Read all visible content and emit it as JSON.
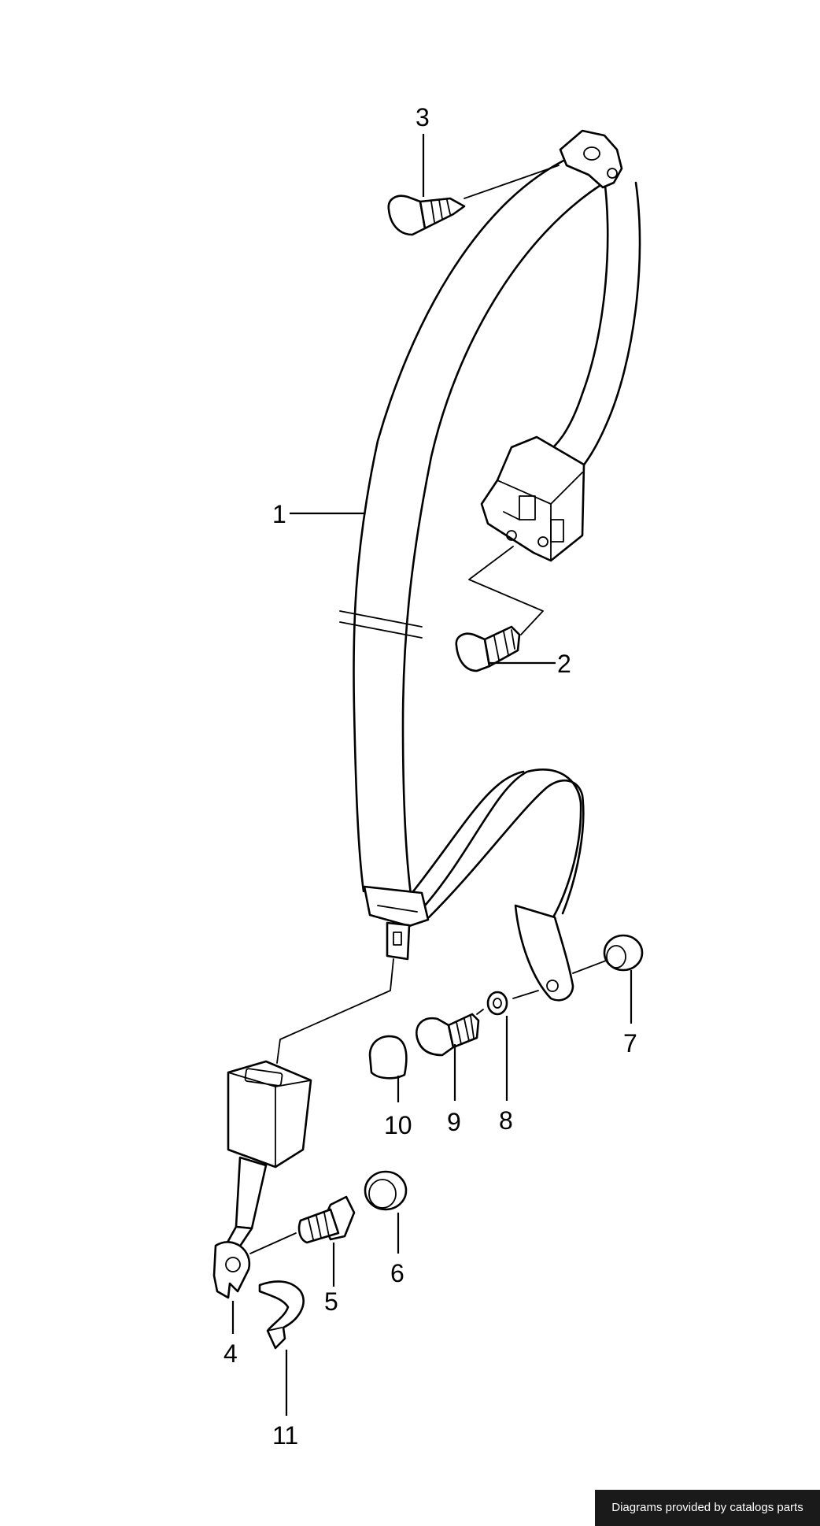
{
  "diagram": {
    "labels": {
      "l1": "1",
      "l2": "2",
      "l3": "3",
      "l4": "4",
      "l5": "5",
      "l6": "6",
      "l7": "7",
      "l8": "8",
      "l9": "9",
      "l10": "10",
      "l11": "11"
    }
  },
  "footer": {
    "credit": "Diagrams provided by catalogs parts"
  }
}
